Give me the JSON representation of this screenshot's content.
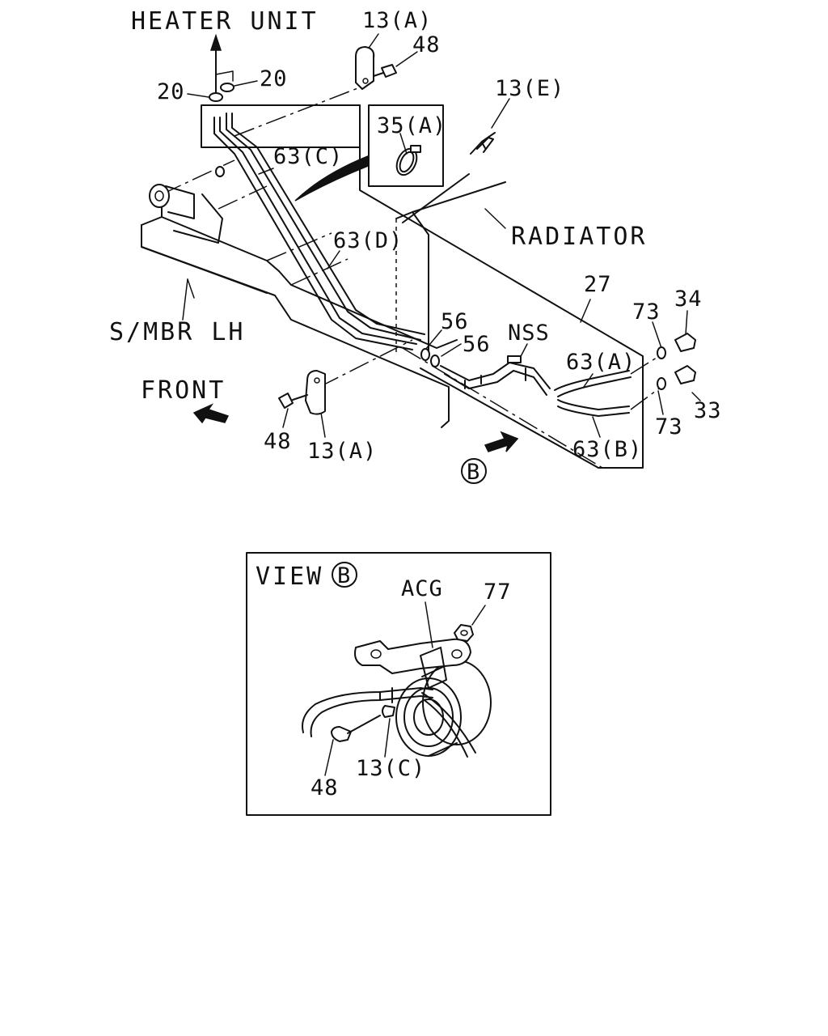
{
  "diagram": {
    "labels": {
      "heater_unit": "HEATER UNIT",
      "radiator": "RADIATOR",
      "smbr_lh": "S/MBR LH",
      "front": "FRONT",
      "nss": "NSS",
      "acg": "ACG",
      "view_b": "VIEW"
    },
    "callouts": {
      "c13a_top": "13(A)",
      "c48_top": "48",
      "c20_left": "20",
      "c20_right": "20",
      "c13e": "13(E)",
      "c35a": "35(A)",
      "c63c": "63(C)",
      "c63d": "63(D)",
      "c27": "27",
      "c73_top": "73",
      "c34": "34",
      "c56_left": "56",
      "c56_right": "56",
      "c63a": "63(A)",
      "c73_bottom": "73",
      "c33": "33",
      "c63b": "63(B)",
      "c48_bottom": "48",
      "c13a_bottom": "13(A)",
      "marker_b": "B",
      "c77": "77",
      "c48_view": "48",
      "c13c": "13(C)"
    }
  }
}
